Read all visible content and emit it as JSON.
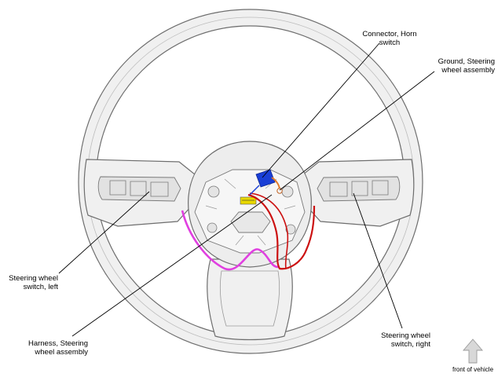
{
  "labels": {
    "horn_connector": [
      "Connector, Horn",
      "switch"
    ],
    "ground": [
      "Ground, Steering",
      "wheel assembly"
    ],
    "switch_left": [
      "Steering wheel",
      "switch, left"
    ],
    "harness": [
      "Harness, Steering",
      "wheel assembly"
    ],
    "switch_right": [
      "Steering wheel",
      "switch, right"
    ],
    "front": "front of vehicle"
  },
  "colors": {
    "wheel_fill": "#f0f0f0",
    "outline": "#6e6e6e",
    "harness_magenta": "#e040e0",
    "harness_red": "#cc1111",
    "connector_blue": "#1a3fd6",
    "ground_orange": "#e07a2a",
    "label_yellow": "#e8d800",
    "arrow_grey": "#d8d8d8"
  }
}
